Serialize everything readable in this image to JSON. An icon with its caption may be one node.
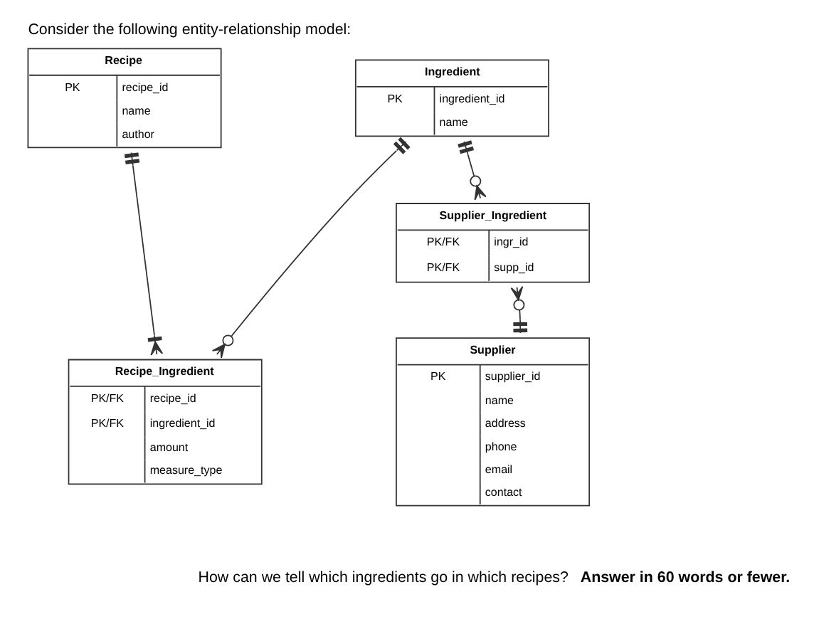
{
  "diagram": {
    "title": "Consider the following entity-relationship model:",
    "caption": "How can we tell which ingredients go in which recipes?  **Answer in 60 words or fewer.**",
    "nodes": [
      {
        "text": [
          "Recipe",
          "PK",
          "recipe_id",
          "name",
          "author"
        ]
      },
      {
        "text": [
          "Ingredient",
          "PK",
          "ingredient_id",
          "name"
        ]
      },
      {
        "text": [
          "Supplier_Ingredient",
          "PK/FK",
          "ingr_id",
          "PK/FK",
          "supp_id"
        ]
      },
      {
        "text": [
          "Recipe_Ingredient",
          "PK/FK",
          "recipe_id",
          "PK/FK",
          "ingredient_id",
          "amount",
          "measure_type"
        ]
      },
      {
        "text": [
          "Supplier",
          "PK",
          "supplier_id",
          "name",
          "address",
          "phone",
          "email",
          "contact"
        ]
      }
    ],
    "edges": [
      {
        "from": 0,
        "to": 3,
        "arrow": "other"
      },
      {
        "from": 1,
        "to": 3,
        "arrow": "other"
      },
      {
        "from": 1,
        "to": 2,
        "arrow": "other"
      },
      {
        "from": 4,
        "to": 2,
        "arrow": "other"
      }
    ]
  }
}
